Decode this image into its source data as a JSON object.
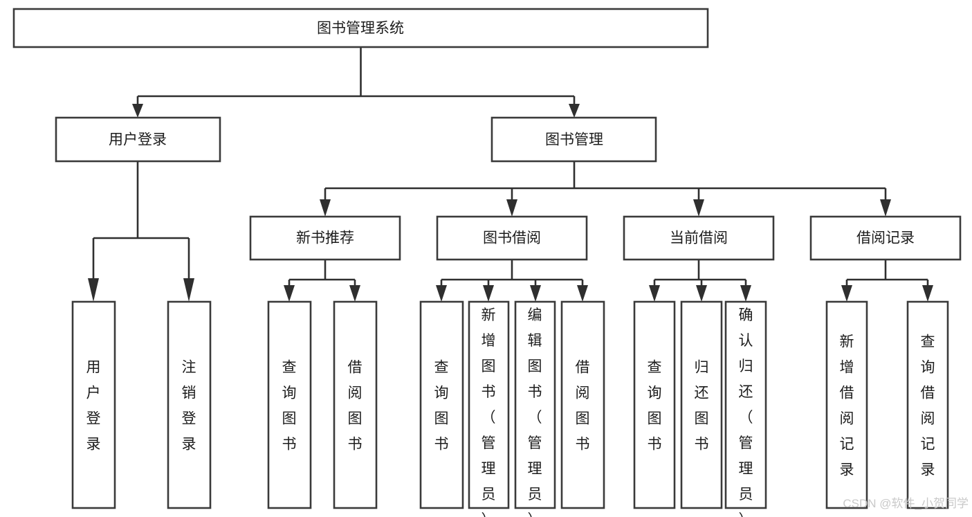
{
  "diagram": {
    "title": "图书管理系统",
    "type": "tree-hierarchy-chart",
    "orientation": "top-down",
    "colors": {
      "box_fill": "#ffffff",
      "box_stroke": "#3a3a3a",
      "connector": "#2f2f2f",
      "text": "#1c1c1c",
      "background": "#ffffff",
      "watermark": "#c9c9c9"
    },
    "root": {
      "label": "图书管理系统"
    },
    "level2": [
      {
        "label": "用户登录"
      },
      {
        "label": "图书管理"
      }
    ],
    "level3": [
      {
        "label": "新书推荐"
      },
      {
        "label": "图书借阅"
      },
      {
        "label": "当前借阅"
      },
      {
        "label": "借阅记录"
      }
    ],
    "leaves": {
      "user_login": [
        {
          "label": "用户登录"
        },
        {
          "label": "注销登录"
        }
      ],
      "new_book_recommend": [
        {
          "label": "查询图书"
        },
        {
          "label": "借阅图书"
        }
      ],
      "book_borrow": [
        {
          "label": "查询图书"
        },
        {
          "label": "新增图书（管理员）"
        },
        {
          "label": "编辑图书（管理员）"
        },
        {
          "label": "借阅图书"
        }
      ],
      "current_borrow": [
        {
          "label": "查询图书"
        },
        {
          "label": "归还图书"
        },
        {
          "label": "确认归还（管理员）"
        }
      ],
      "borrow_record": [
        {
          "label": "新增借阅记录"
        },
        {
          "label": "查询借阅记录"
        }
      ]
    }
  },
  "watermark": {
    "text": "CSDN @软件_小贺同学"
  }
}
